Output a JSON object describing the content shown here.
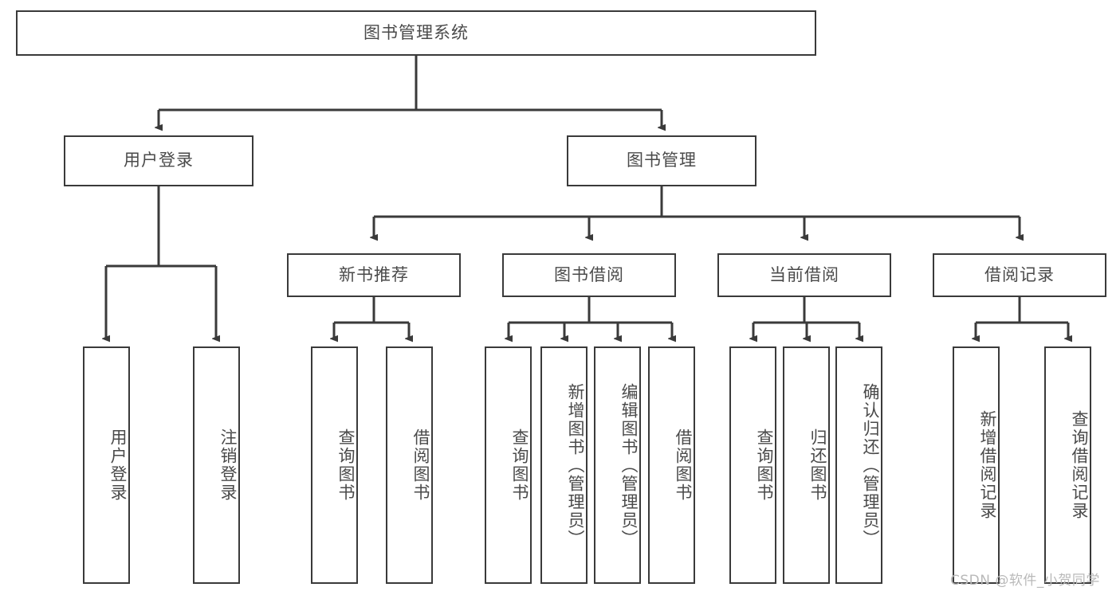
{
  "diagram": {
    "title": "图书管理系统",
    "type": "hierarchy-tree",
    "colors": {
      "line": "#3a3a3a",
      "box_border": "#3a3a3a",
      "box_fill": "#ffffff",
      "text": "#4a4a4a",
      "background": "#ffffff",
      "watermark": "#b9b9b9"
    },
    "root": {
      "label": "图书管理系统"
    },
    "level1": [
      {
        "label": "用户登录"
      },
      {
        "label": "图书管理"
      }
    ],
    "level2": [
      {
        "label": "新书推荐"
      },
      {
        "label": "图书借阅"
      },
      {
        "label": "当前借阅"
      },
      {
        "label": "借阅记录"
      }
    ],
    "leaves": {
      "user_login": [
        {
          "label": "用户登录"
        },
        {
          "label": "注销登录"
        }
      ],
      "new_book_recommend": [
        {
          "label": "查询图书"
        },
        {
          "label": "借阅图书"
        }
      ],
      "book_borrow": [
        {
          "label": "查询图书"
        },
        {
          "label": "新增图书（管理员）"
        },
        {
          "label": "编辑图书（管理员）"
        },
        {
          "label": "借阅图书"
        }
      ],
      "current_borrow": [
        {
          "label": "查询图书"
        },
        {
          "label": "归还图书"
        },
        {
          "label": "确认归还（管理员）"
        }
      ],
      "borrow_record": [
        {
          "label": "新增借阅记录"
        },
        {
          "label": "查询借阅记录"
        }
      ]
    }
  },
  "watermark": {
    "text": "CSDN @软件_小贺同学"
  }
}
